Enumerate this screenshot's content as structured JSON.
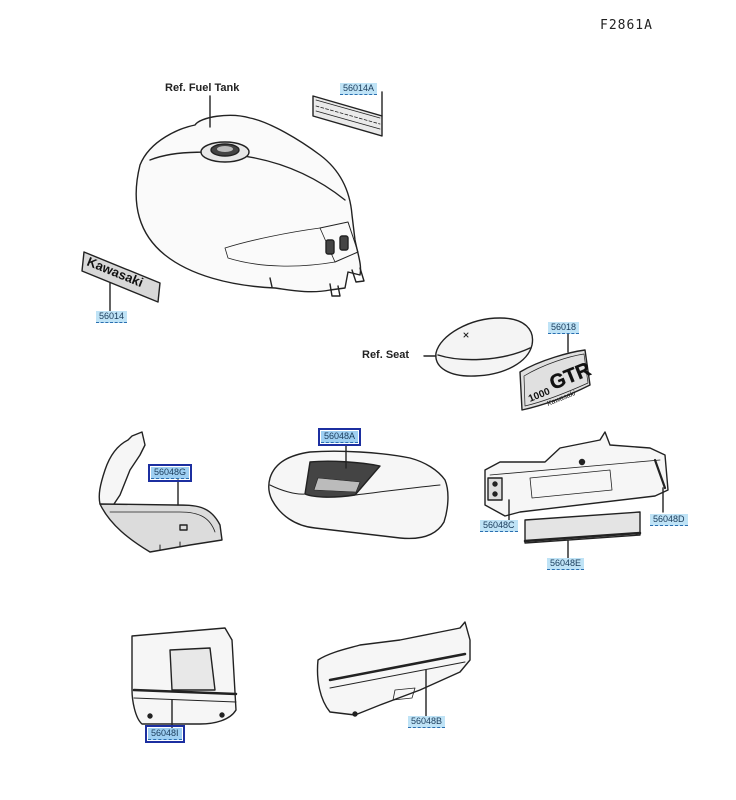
{
  "diagram_code": "F2861A",
  "refs": {
    "fuel_tank": "Ref. Fuel Tank",
    "seat": "Ref. Seat"
  },
  "parts": {
    "p56014A": "56014A",
    "p56014": "56014",
    "p56018": "56018",
    "p56048A": "56048A",
    "p56048G": "56048G",
    "p56048C": "56048C",
    "p56048D": "56048D",
    "p56048E": "56048E",
    "p56048I": "56048I",
    "p56048B": "56048B"
  },
  "emblems": {
    "kawasaki": "Kawasaki",
    "model_1000": "1000",
    "model_gtr": "GTR",
    "model_brand": "Kawasaki"
  }
}
